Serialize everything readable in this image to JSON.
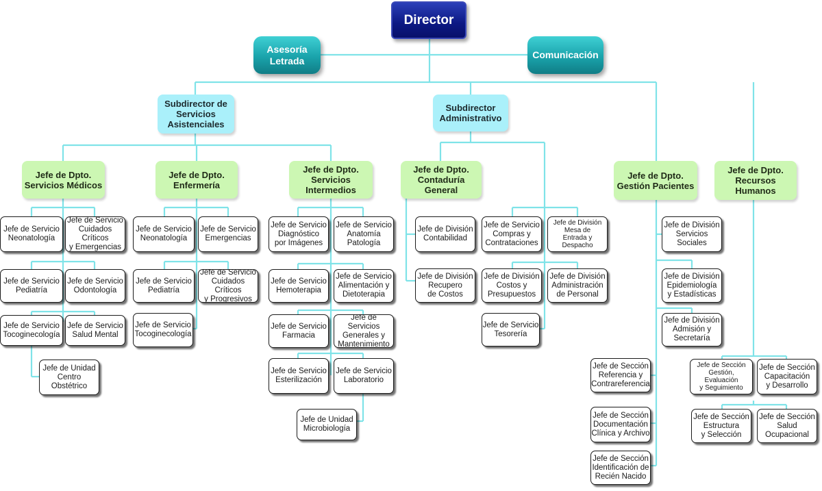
{
  "director": "Director",
  "staff": {
    "legal": "Asesoría\nLetrada",
    "communication": "Comunicación"
  },
  "subdirectors": {
    "care": "Subdirector de\nServicios\nAsistenciales",
    "admin": "Subdirector\nAdministrativo"
  },
  "departments": {
    "medical": "Jefe de Dpto.\nServicios Médicos",
    "nursing": "Jefe de Dpto.\nEnfermería",
    "intermediate": "Jefe de Dpto.\nServicios\nIntermedios",
    "accounting": "Jefe de Dpto.\nContaduría\nGeneral",
    "patients": "Jefe de Dpto.\nGestión Pacientes",
    "hr": "Jefe de Dpto.\nRecursos\nHumanos"
  },
  "units": {
    "medical": [
      "Jefe de Servicio\nNeonatología",
      "Jefe de Servicio\nCuidados Críticos\ny Emergencias",
      "Jefe de Servicio\nPediatría",
      "Jefe de Servicio\nOdontología",
      "Jefe de Servicio\nTocoginecología",
      "Jefe de Servicio\nSalud Mental",
      "Jefe de Unidad\nCentro\nObstétrico"
    ],
    "nursing": [
      "Jefe de Servicio\nNeonatología",
      "Jefe de Servicio\nEmergencias",
      "Jefe de Servicio\nPediatría",
      "Jefe de Servicio\nCuidados Críticos\ny Progresivos",
      "Jefe de Servicio\nTocoginecología"
    ],
    "intermediate": [
      "Jefe de Servicio\nDiagnóstico\npor Imágenes",
      "Jefe de Servicio\nAnatomía\nPatología",
      "Jefe de Servicio\nHemoterapia",
      "Jefe de Servicio\nAlimentación y\nDietoterapia",
      "Jefe de Servicio\nFarmacia",
      "Jefe de Servicios\nGenerales y\nMantenimiento",
      "Jefe de Servicio\nEsterilización",
      "Jefe de Servicio\nLaboratorio",
      "Jefe de Unidad\nMicrobiología"
    ],
    "accounting": [
      "Jefe de División\nContabilidad",
      "Jefe de División\nRecupero\nde Costos"
    ],
    "admin": [
      "Jefe de Servicio\nCompras y\nContrataciones",
      "Jefe de División\nMesa de\nEntrada y\nDespacho",
      "Jefe de División\nCostos y\nPresupuestos",
      "Jefe de División\nAdministración\nde Personal",
      "Jefe de Servicio\nTesorería"
    ],
    "patients": [
      "Jefe de División\nServicios\nSociales",
      "Jefe de División\nEpidemiología\ny Estadísticas",
      "Jefe de División\nAdmisión y\nSecretaría",
      "Jefe de Sección\nReferencia y\nContrareferencia",
      "Jefe de Sección\nDocumentación\nClínica y Archivo",
      "Jefe de Sección\nIdentificación de\nRecién Nacido"
    ],
    "hr": [
      "Jefe de Sección\nGestión,\nEvaluación\ny Seguimiento",
      "Jefe de Sección\nCapacitación\ny Desarrollo",
      "Jefe de Sección\nEstructura\ny Selección",
      "Jefe de Sección\nSalud\nOcupacional"
    ]
  }
}
